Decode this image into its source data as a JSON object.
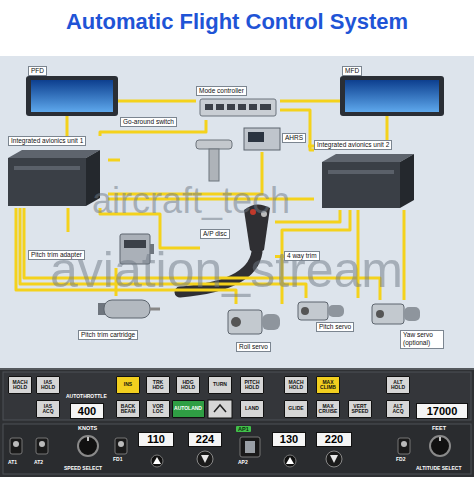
{
  "diagram": {
    "title": "Automatic Flight Control System",
    "nodes": [
      {
        "text": [
          "PFD"
        ]
      },
      {
        "text": [
          "Mode controller"
        ]
      },
      {
        "text": [
          "MFD"
        ]
      },
      {
        "text": [
          "Go-around switch"
        ]
      },
      {
        "text": [
          "AHRS"
        ]
      },
      {
        "text": [
          "Integrated avionics unit 1"
        ]
      },
      {
        "text": [
          "Integrated avionics unit 2"
        ]
      },
      {
        "text": [
          "A/P disc"
        ]
      },
      {
        "text": [
          "Pitch trim adapter"
        ]
      },
      {
        "text": [
          "4 way trim"
        ]
      },
      {
        "text": [
          "Pitch trim cartridge"
        ]
      },
      {
        "text": [
          "Roll servo"
        ]
      },
      {
        "text": [
          "Pitch servo"
        ]
      },
      {
        "text": [
          "Yaw servo (optional)"
        ]
      },
      {
        "text": [
          "MACH HOLD"
        ]
      },
      {
        "text": [
          "IAS HOLD"
        ]
      },
      {
        "text": [
          "INS"
        ]
      },
      {
        "text": [
          "TRK HDG"
        ]
      },
      {
        "text": [
          "HDG HOLD"
        ]
      },
      {
        "text": [
          "TURN"
        ]
      },
      {
        "text": [
          "PITCH HOLD"
        ]
      },
      {
        "text": [
          "MACH HOLD"
        ]
      },
      {
        "text": [
          "MAX CLIMB"
        ]
      },
      {
        "text": [
          "ALT HOLD"
        ]
      },
      {
        "text": [
          "IAS ACQ"
        ]
      },
      {
        "text": [
          "400"
        ]
      },
      {
        "text": [
          "BACK BEAM"
        ]
      },
      {
        "text": [
          "VOR LOC"
        ]
      },
      {
        "text": [
          "AUTOLAND"
        ]
      },
      {
        "text": [
          "LAND"
        ]
      },
      {
        "text": [
          "GLIDE"
        ]
      },
      {
        "text": [
          "MAX CRUISE"
        ]
      },
      {
        "text": [
          "VERT SPEED"
        ]
      },
      {
        "text": [
          "ALT ACQ"
        ]
      },
      {
        "text": [
          "17000"
        ]
      },
      {
        "text": [
          "110"
        ]
      },
      {
        "text": [
          "224"
        ]
      },
      {
        "text": [
          "130"
        ]
      },
      {
        "text": [
          "220"
        ]
      }
    ],
    "edges": [
      {
        "from": 0,
        "to": 1,
        "arrow": "none"
      },
      {
        "from": 1,
        "to": 2,
        "arrow": "none"
      },
      {
        "from": 0,
        "to": 5,
        "arrow": "none"
      },
      {
        "from": 2,
        "to": 6,
        "arrow": "none"
      },
      {
        "from": 1,
        "to": 5,
        "arrow": "none"
      },
      {
        "from": 1,
        "to": 6,
        "arrow": "none"
      },
      {
        "from": 3,
        "to": 5,
        "arrow": "none"
      },
      {
        "from": 4,
        "to": 5,
        "arrow": "none"
      },
      {
        "from": 4,
        "to": 6,
        "arrow": "none"
      },
      {
        "from": 5,
        "to": 6,
        "arrow": "none"
      },
      {
        "from": 7,
        "to": 5,
        "arrow": "none"
      },
      {
        "from": 7,
        "to": 6,
        "arrow": "none"
      },
      {
        "from": 9,
        "to": 7,
        "arrow": "none"
      },
      {
        "from": 8,
        "to": 5,
        "arrow": "none"
      },
      {
        "from": 8,
        "to": 10,
        "arrow": "none"
      },
      {
        "from": 11,
        "to": 5,
        "arrow": "none"
      },
      {
        "from": 12,
        "to": 5,
        "arrow": "none"
      },
      {
        "from": 13,
        "to": 5,
        "arrow": "none"
      },
      {
        "from": 11,
        "to": 6,
        "arrow": "none"
      },
      {
        "from": 12,
        "to": 6,
        "arrow": "none"
      },
      {
        "from": 13,
        "to": 6,
        "arrow": "none"
      }
    ],
    "labels": [
      "aircraft_tech",
      "aviation_stream",
      "AUTOTHROTTLE",
      "FEET",
      "KNOTS",
      "AP1",
      "FD1",
      "FD2",
      "AT1",
      "AT2",
      "AP2",
      "SPEED SELECT",
      "ALTITUDE SELECT"
    ]
  }
}
